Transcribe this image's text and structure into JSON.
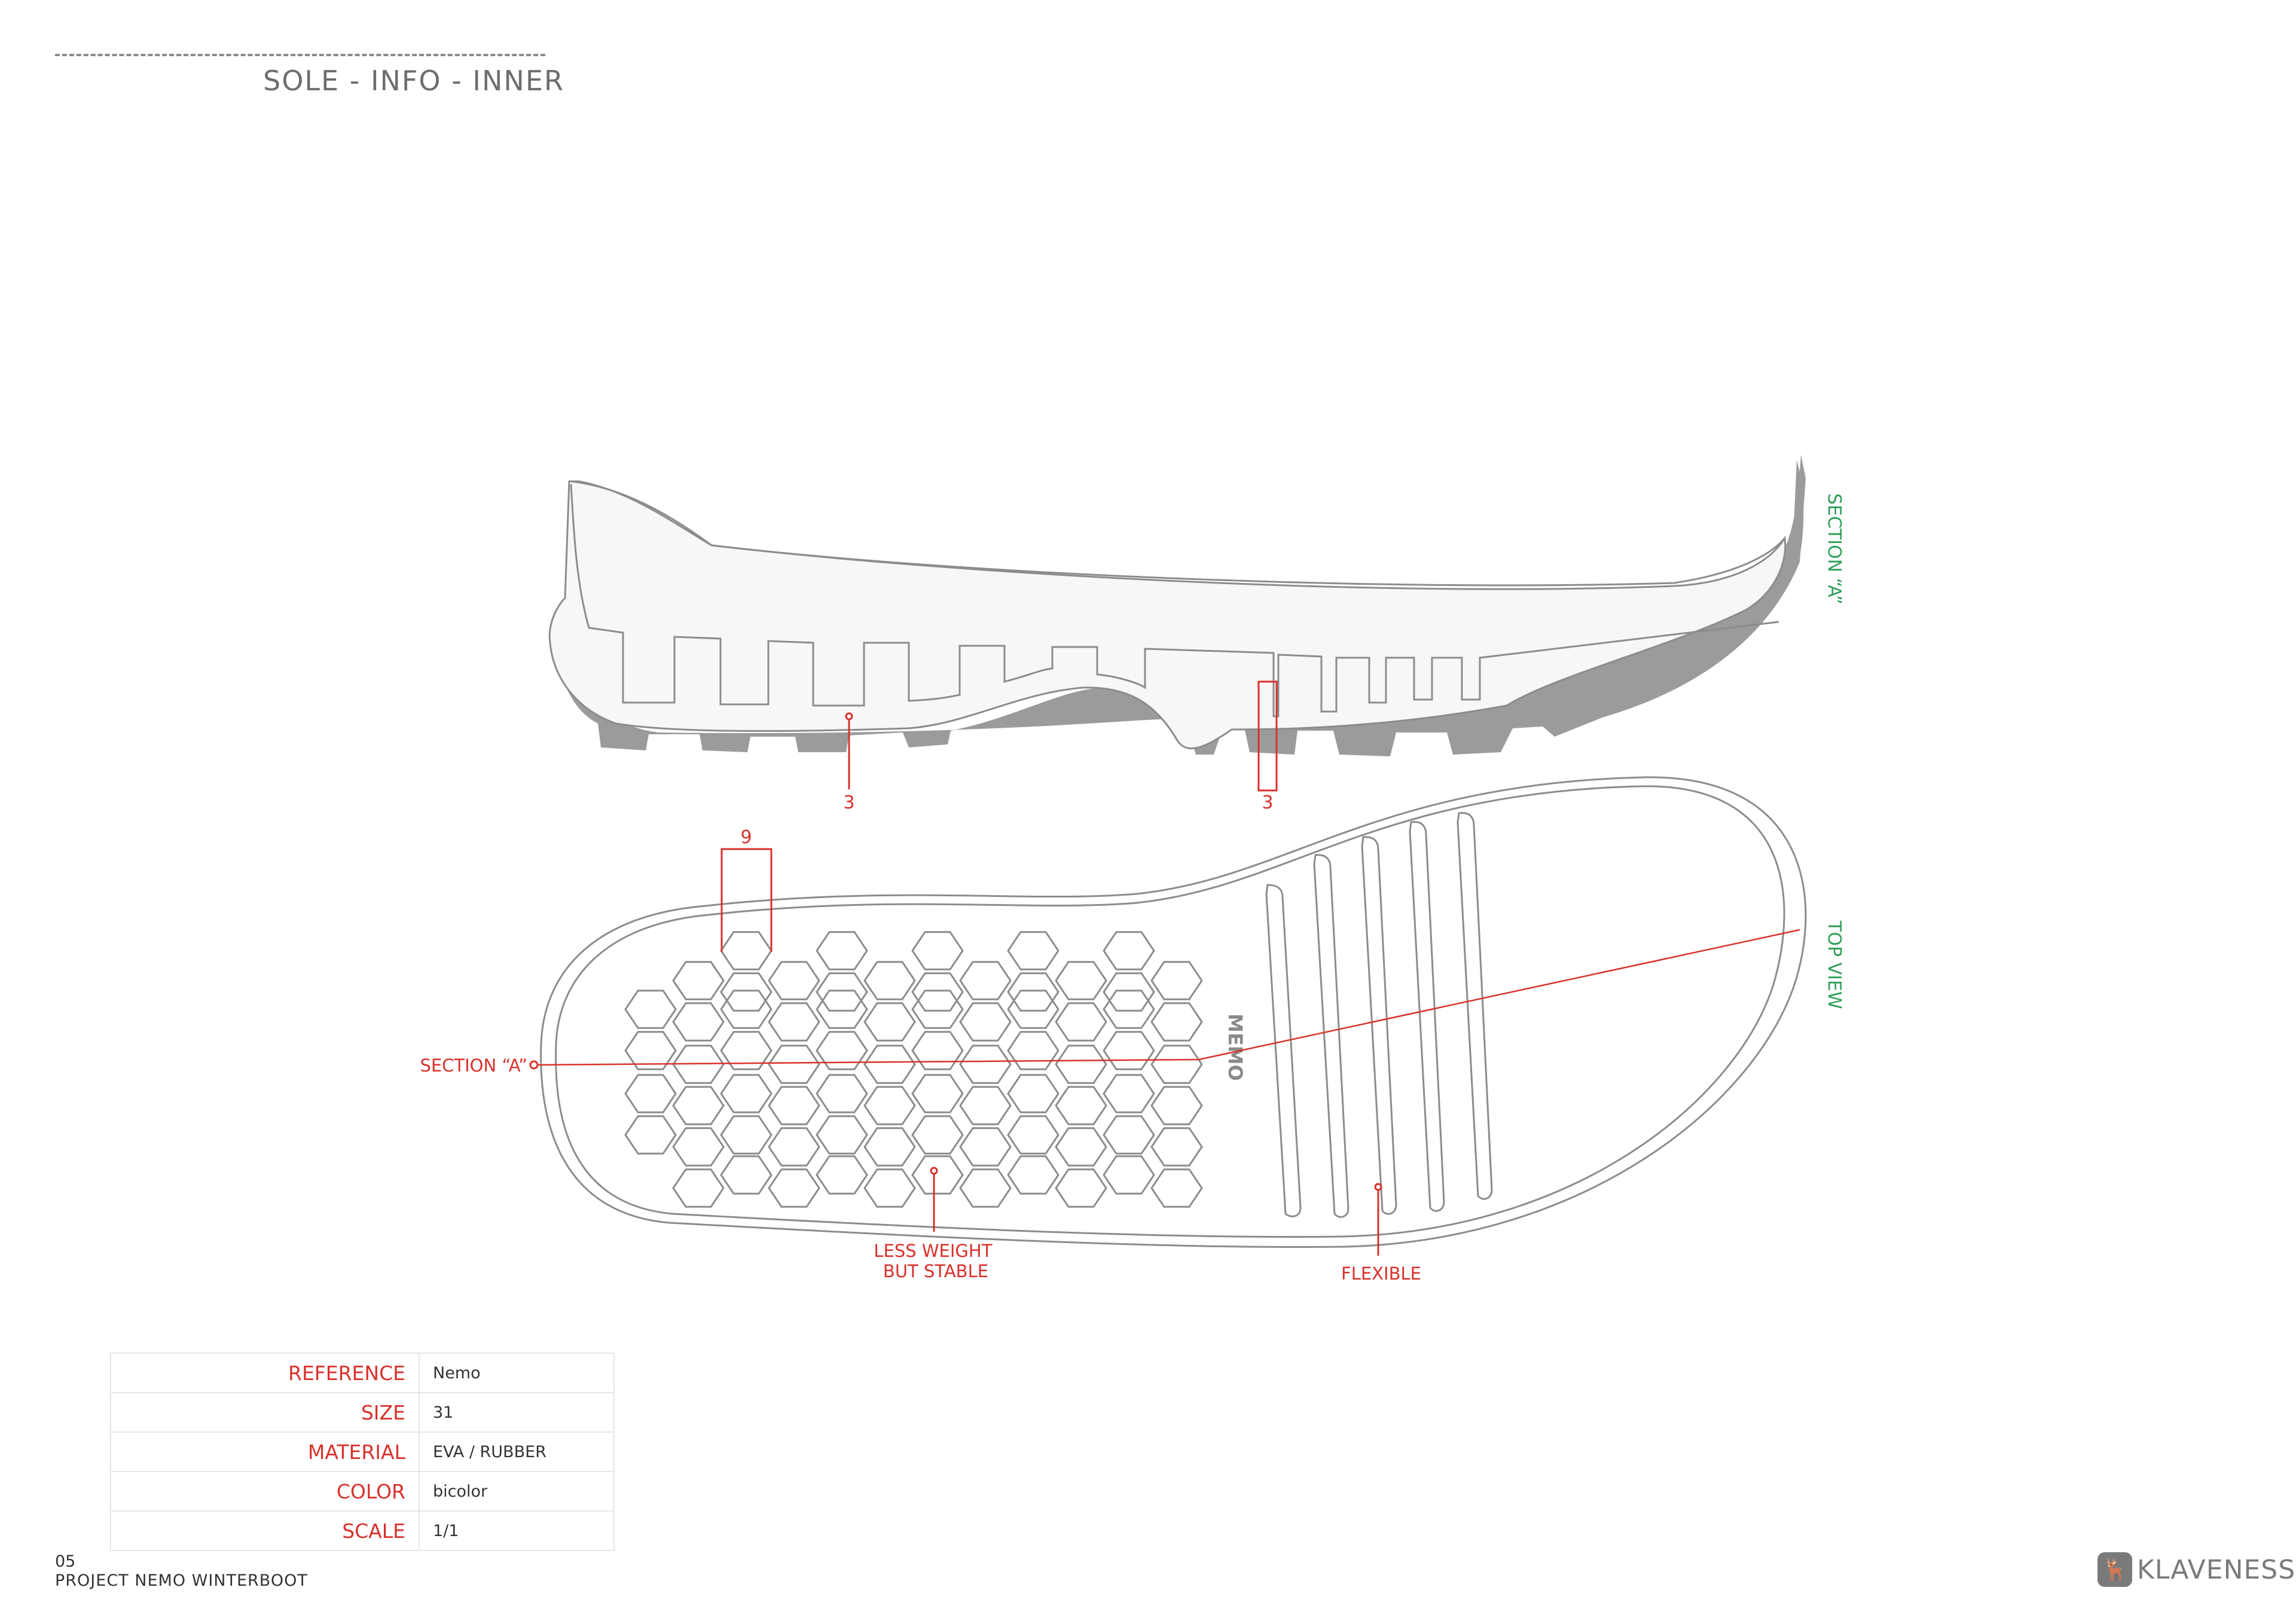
{
  "header": {
    "title": "SOLE - INFO - INNER"
  },
  "side_view": {
    "label": "SECTION “A”",
    "dims": [
      "3",
      "3"
    ]
  },
  "top_view": {
    "label": "TOP VIEW",
    "dim_hex": "9",
    "logo_text": "MEMO",
    "section_marker": "SECTION “A”",
    "note_hex": "LESS WEIGHT BUT STABLE",
    "note_hex_lines": [
      "LESS WEIGHT",
      "BUT STABLE"
    ],
    "note_grooves": "FLEXIBLE"
  },
  "specs": [
    {
      "label": "REFERENCE",
      "value": "Nemo"
    },
    {
      "label": "SIZE",
      "value": "31"
    },
    {
      "label": "MATERIAL",
      "value": "EVA / RUBBER"
    },
    {
      "label": "COLOR",
      "value": "bicolor"
    },
    {
      "label": "SCALE",
      "value": "1/1"
    }
  ],
  "footer": {
    "page_number": "05",
    "project": "PROJECT NEMO WINTERBOOT",
    "brand": "KLAVENESS",
    "brand_icon": "deer-icon"
  },
  "colors": {
    "annotation": "#d9312b",
    "view_label": "#2e9e57",
    "sole_gray": "#9b9b9b",
    "sole_fill": "#f7f7f7"
  }
}
